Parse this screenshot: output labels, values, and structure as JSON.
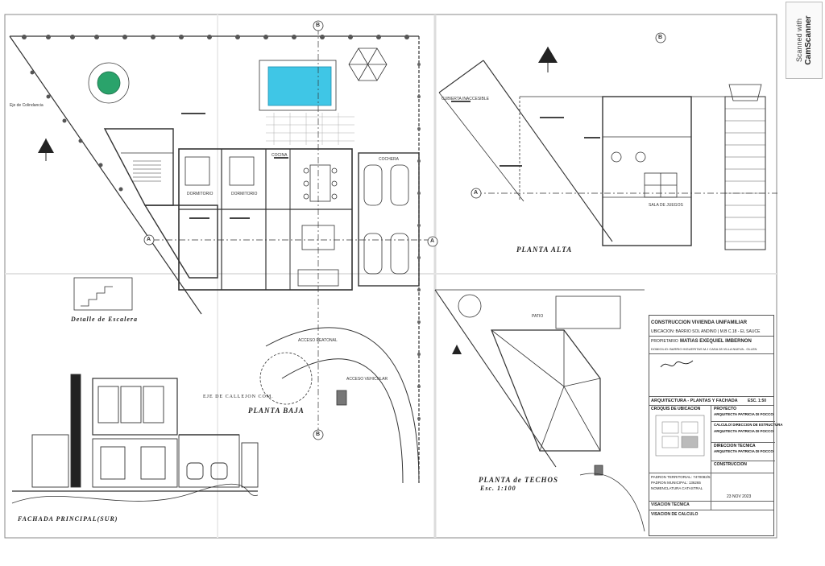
{
  "watermark": {
    "line1": "Scanned with",
    "line2": "CamScanner"
  },
  "labels": {
    "planta_baja": "PLANTA BAJA",
    "planta_alta": "PLANTA ALTA",
    "planta_techos": "PLANTA de TECHOS",
    "escala_techos": "Esc. 1:100",
    "detalle_escalera": "Detalle de Escalera",
    "fachada": "FACHADA PRINCIPAL(SUR)",
    "eje_callejon": "EJE DE CALLEJON COM.",
    "section_a": "A",
    "section_b": "B",
    "eje_colindancia": "Eje de Colindancia",
    "cocina": "COCINA",
    "dormitorio": "DORMITORIO",
    "cochera": "COCHERA",
    "patio": "PATIO",
    "sala_juegos": "SALA DE JUEGOS",
    "cubierta_inaccesible": "CUBIERTA INACCESIBLE",
    "acceso_vehicular": "ACCESO VEHICULAR",
    "acceso_peatonal": "ACCESO PEATONAL"
  },
  "title_block": {
    "obra": "CONSTRUCCION VIVIENDA UNIFAMILIAR",
    "ubicacion": "UBICACION: BARRIO SOL ANDINO | M.B C.18 - EL SAUCE",
    "propietario_label": "PROPIETARIO",
    "propietario": "MATIAS EXEQUIEL IMBERNON",
    "domicilio": "DOMICILIO: BARRIO HIGUERITAS M.J CASA 28 VILLA NUEVA - GLLEN",
    "plano": "ARQUITECTURA - PLANTAS Y FACHADA",
    "escala": "ESC. 1:50",
    "croquis": "CROQUIS DE UBICACION",
    "proyecto": "PROYECTO",
    "arquitecta_1": "ARQUITECTA PATRICIA DI FOCCO",
    "calculo": "CALCULO/ DIRECCION DE ESTRUCTURA",
    "arquitecta_2": "ARQUITECTA PATRICIA DI FOCCO",
    "direccion": "DIRECCION TECNICA",
    "arquitecta_3": "ARQUITECTA PATRICIA DI FOCCO",
    "construccion": "CONSTRUCCION",
    "padron_territorial": "PADRON TERRITORIAL: 7470082/5",
    "padron_municipal": "PADRON MUNICIPAL: 136265",
    "nomenclatura": "NOMENCLATURA CATASTRAL",
    "visacion_tecnica": "VISACION TECNICA",
    "visacion_calculo": "VISACION DE CALCULO",
    "fecha": "23 NOV 2023"
  },
  "colors": {
    "pool": "#3fc6e6",
    "ink": "#2a2a2a",
    "paper": "#ffffff",
    "pond": "#2aa36b"
  }
}
